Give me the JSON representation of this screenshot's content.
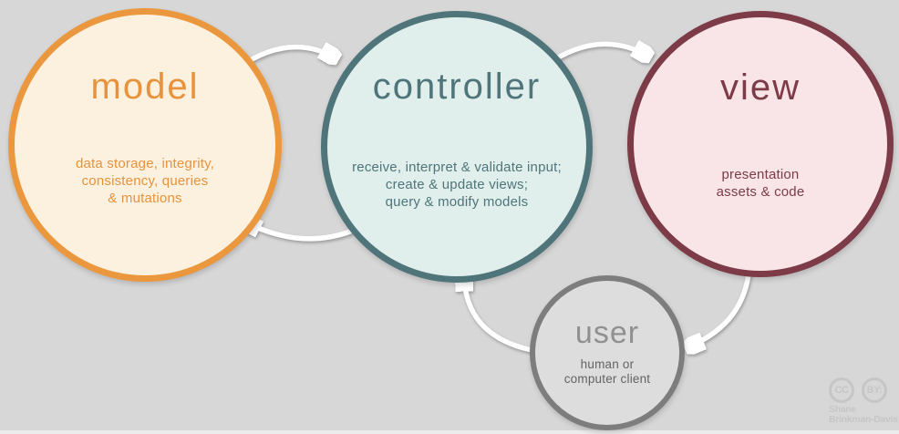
{
  "background_color": "#d7d7d7",
  "nodes": {
    "model": {
      "label": "model",
      "description": "data storage, integrity,\nconsistency, queries\n& mutations",
      "border_color": "#eb973e",
      "fill_color": "#fbf1de",
      "text_color": "#e8923c"
    },
    "controller": {
      "label": "controller",
      "description": "receive, interpret & validate input;\ncreate & update views;\nquery & modify models",
      "border_color": "#4f757a",
      "fill_color": "#e0efec",
      "text_color": "#4f757a"
    },
    "view": {
      "label": "view",
      "description": "presentation\nassets & code",
      "border_color": "#7c3b46",
      "fill_color": "#f9e5e8",
      "text_color": "#7c3b46"
    },
    "user": {
      "label": "user",
      "description": "human or\ncomputer client",
      "border_color": "#7d7d7d",
      "fill_color": "#dddddd",
      "title_color": "#909090",
      "text_color": "#636363"
    }
  },
  "arrows": [
    {
      "name": "model-to-controller",
      "from": "model",
      "to": "controller",
      "color": "#ffffff"
    },
    {
      "name": "controller-to-view",
      "from": "controller",
      "to": "view",
      "color": "#ffffff"
    },
    {
      "name": "controller-to-model",
      "from": "controller",
      "to": "model",
      "color": "#ffffff"
    },
    {
      "name": "view-to-user",
      "from": "view",
      "to": "user",
      "color": "#ffffff"
    },
    {
      "name": "user-to-controller",
      "from": "user",
      "to": "controller",
      "color": "#ffffff"
    }
  ],
  "watermark": {
    "cc_label": "CC",
    "by_label": "BY:",
    "author_line1": "Shane",
    "author_line2": "Brinkman-Davis",
    "author": "Shane\nBrinkman-Davis",
    "color": "#c6c6c6"
  }
}
